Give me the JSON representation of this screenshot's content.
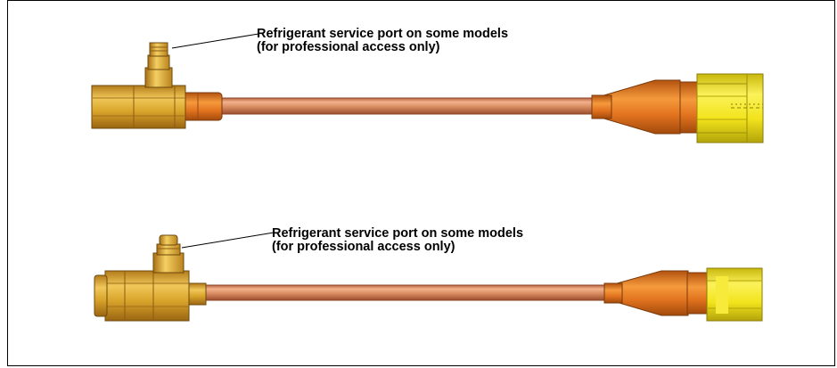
{
  "figure": {
    "assemblies": [
      {
        "id": "line-set-1",
        "callout": {
          "line1": "Refrigerant service port on some models",
          "line2": "(for professional access only)"
        }
      },
      {
        "id": "line-set-2",
        "callout": {
          "line1": "Refrigerant service port on some models",
          "line2": "(for professional access only)"
        }
      }
    ],
    "colors": {
      "brass": "#d9a42a",
      "brass_dark": "#a4711a",
      "copper_tube": "#d98c62",
      "copper_fitting": "#e2731f",
      "flare_nut": "#f2e41c",
      "border": "#000000"
    }
  }
}
